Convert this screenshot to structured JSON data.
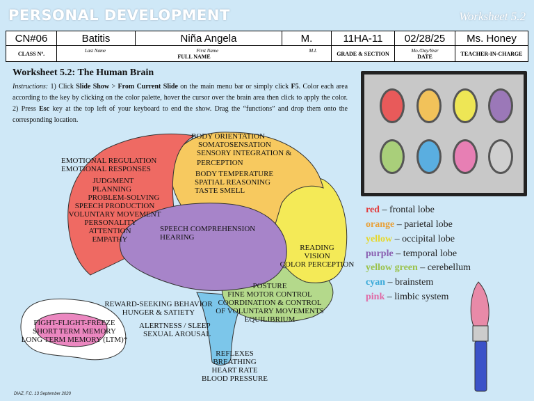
{
  "header": {
    "title": "PERSONAL DEVELOPMENT",
    "worksheet": "Worksheet 5.2"
  },
  "info_row": {
    "class_no": "CN#06",
    "last_name": "Batitis",
    "first_name": "Niña Angela",
    "mi": "M.",
    "grade_section": "11HA-11",
    "date": "02/28/25",
    "teacher": "Ms. Honey"
  },
  "info_labels": {
    "class_no": "CLASS Nº.",
    "last_name": "Last Name",
    "first_name": "First Name",
    "mi": "M.I.",
    "full_name": "FULL NAME",
    "grade_section": "GRADE & SECTION",
    "date_sub": "Mo./Day/Year",
    "date": "DATE",
    "teacher": "TEACHER-IN-CHARGE"
  },
  "worksheet": {
    "title": "Worksheet 5.2: The Human Brain",
    "instructions_label": "Instructions:",
    "instructions_1": " 1) Click ",
    "slide_show": "Slide Show",
    "gt": " > ",
    "from_current": "From Current Slide",
    "instructions_2": " on the main menu bar or simply click ",
    "f5": "F5",
    "instructions_3": ". Color each area according to the key by clicking on the color palette, hover the cursor over the brain area then click to apply the color. 2) Press ",
    "esc": "Esc",
    "instructions_4": " key at the top left of your keyboard to end the show. Drag the “functions” and drop them onto the corresponding location."
  },
  "palette_colors": [
    "#e85a5a",
    "#f2c25a",
    "#eee655",
    "#9b78b8",
    "#a9cf7a",
    "#5aaee0",
    "#e77fb4",
    "#cfcfcf"
  ],
  "key": [
    {
      "color_word": "red",
      "color": "#e23b3b",
      "rest": " – frontal lobe"
    },
    {
      "color_word": "orange",
      "color": "#e9a037",
      "rest": " – parietal lobe"
    },
    {
      "color_word": "yellow",
      "color": "#e6d72a",
      "rest": " – occipital lobe"
    },
    {
      "color_word": "purple",
      "color": "#8a5fb0",
      "rest": " – temporal lobe"
    },
    {
      "color_word": "yellow green",
      "color": "#9ac24a",
      "rest": " – cerebellum"
    },
    {
      "color_word": "cyan",
      "color": "#39a9d8",
      "rest": " – brainstem"
    },
    {
      "color_word": "pink",
      "color": "#e06aa6",
      "rest": " – limbic system"
    }
  ],
  "brain_colors": {
    "frontal": "#ef6a63",
    "parietal": "#f7c95f",
    "occipital": "#f4ea57",
    "temporal": "#a784c9",
    "cerebellum": "#b4d98b",
    "brainstem": "#7cc6ea",
    "limbic": "#eb87c0"
  },
  "functions": {
    "parietal": [
      "BODY ORIENTATION",
      "SOMATOSENSATION",
      "SENSORY INTEGRATION &",
      "PERCEPTION",
      "BODY TEMPERATURE",
      "SPATIAL REASONING",
      "TASTE  SMELL"
    ],
    "frontal_a": [
      "EMOTIONAL REGULATION",
      "EMOTIONAL RESPONSES"
    ],
    "frontal_b": [
      "JUDGMENT",
      "PLANNING",
      "PROBLEM-SOLVING",
      "SPEECH PRODUCTION",
      "VOLUNTARY MOVEMENT",
      "PERSONALITY",
      "ATTENTION",
      "EMPATHY"
    ],
    "temporal": [
      "SPEECH COMPREHENSION",
      "HEARING"
    ],
    "occipital": [
      "READING",
      "VISION",
      "COLOR PERCEPTION"
    ],
    "cerebellum": [
      "POSTURE",
      "FINE MOTOR CONTROL",
      "COORDINATION & CONTROL",
      "OF VOLUNTARY MOVEMENTS",
      "EQUILIBRIUM"
    ],
    "limbic_top": [
      "REWARD-SEEKING BEHAVIOR",
      "HUNGER & SATIETY"
    ],
    "brainstem_a": [
      "ALERTNESS / SLEEP",
      "SEXUAL AROUSAL"
    ],
    "brainstem_b": [
      "REFLEXES",
      "BREATHING",
      "HEART RATE",
      "BLOOD PRESSURE"
    ],
    "limbic": [
      "FIGHT-FLIGHT-FREEZE",
      "SHORT TERM MEMORY",
      "LONG TERM MEMORY (LTM)*"
    ]
  },
  "footer": "DIAZ, F.C.  13 September  2020"
}
